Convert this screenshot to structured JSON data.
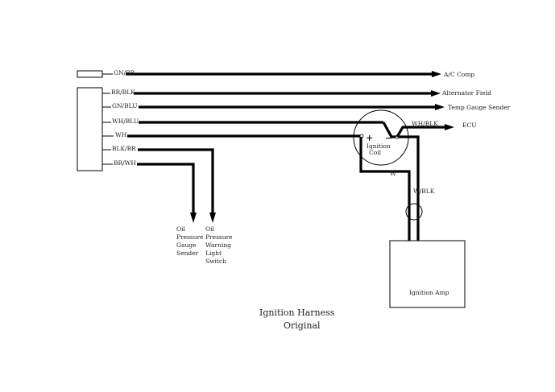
{
  "wires": [
    {
      "id": "gn-br",
      "label": "GN/BR",
      "destination": "A/C Comp"
    },
    {
      "id": "br-blk",
      "label": "BR/BLK",
      "destination": "Alternator Field"
    },
    {
      "id": "gn-blu",
      "label": "GN/BLU",
      "destination": "Temp Gauge Sender"
    },
    {
      "id": "wh-blu",
      "label": "WH/BLU"
    },
    {
      "id": "wh",
      "label": "WH"
    },
    {
      "id": "blk-br",
      "label": "BLK/BR"
    },
    {
      "id": "br-wh",
      "label": "BR/WH"
    }
  ],
  "coil": {
    "plus": "+",
    "minus": "−",
    "line1": "Ignition",
    "line2": "Coil"
  },
  "coil_out_label": "WH/BLK",
  "ecu_label": "ECU",
  "w_label": "W",
  "w_blk_label": "W/BLK",
  "amp_label": "Ignition Amp",
  "oil_pressure_sender": [
    "Oil",
    "Pressure",
    "Gauge",
    "Sender"
  ],
  "oil_warning_switch": [
    "Oil",
    "Pressure",
    "Warning",
    "Light",
    "Switch"
  ],
  "title": {
    "line1": "Ignition Harness",
    "line2": "Original"
  }
}
